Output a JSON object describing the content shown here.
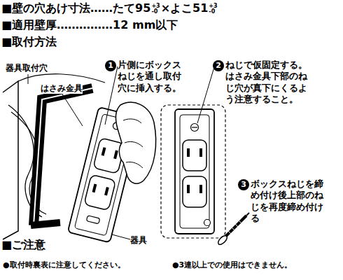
{
  "diagram": {
    "labels": [
      "■壁の穴あけ寸法……たて95",
      "+3",
      "-0",
      "×よこ51",
      "+3",
      "-0",
      "■適用壁厚……………12 mm以下",
      "■取付方法",
      "器具取付穴",
      "はさみ金具",
      "1",
      "片側にボックスねじを通し取付穴に挿入する。",
      "2",
      "ねじで仮固定する。はさみ金具下部のねじ穴が真下にくるよう注意すること。",
      "3",
      "ボックスねじを締め付け後上部のねじを再度締め付ける",
      "器具",
      "■ご注意",
      "●取付時裏表に注意してください。",
      "●3連以上での使用はできません。"
    ]
  }
}
